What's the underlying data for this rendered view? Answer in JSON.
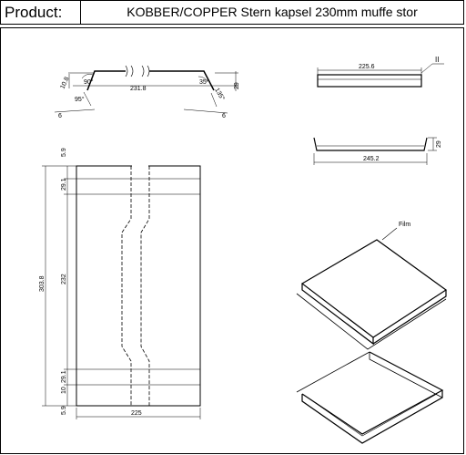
{
  "header": {
    "label": "Product:",
    "title": "KOBBER/COPPER Stern kapsel 230mm muffe stor"
  },
  "profile_view": {
    "width": "231.8",
    "height": "29",
    "flange": "6",
    "angle_outer": "90°",
    "angle_inner": "95°",
    "flange_height": "10.8",
    "angle_right_outer": "135°",
    "angle_right_inner": "35°",
    "flange_right": "6"
  },
  "front_view": {
    "width": "225.6",
    "symbol": "II"
  },
  "side_view": {
    "width": "245.2",
    "height": "29"
  },
  "plan_view": {
    "overall_length": "303.8",
    "middle_length": "232",
    "end_a": "5.9",
    "end_b": "29.1",
    "end_c": "10",
    "end_d": "29.1",
    "end_e": "5.9",
    "width": "225"
  },
  "iso_view": {
    "film_label": "Film"
  }
}
